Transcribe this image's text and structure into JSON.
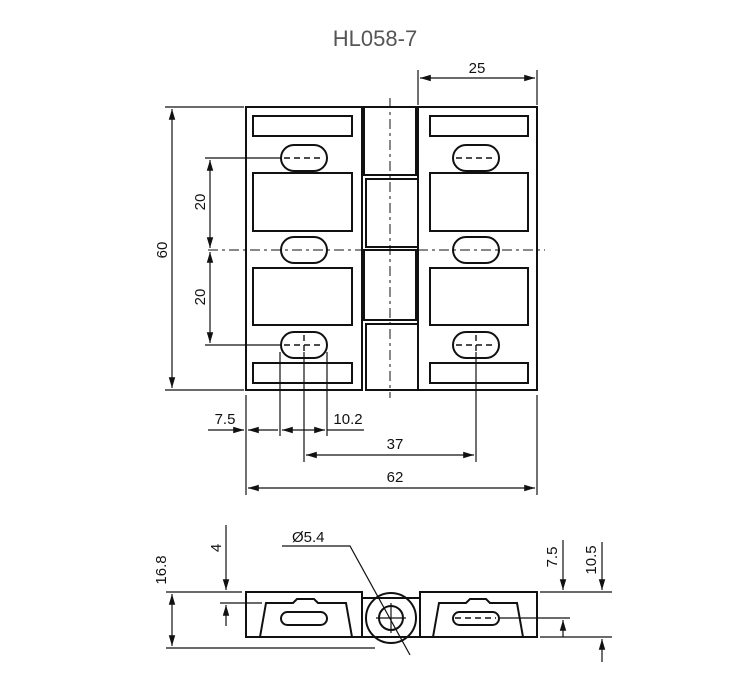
{
  "title": "HL058-7",
  "dimensions": {
    "overall_height": "60",
    "slot_pitch_upper": "20",
    "slot_pitch_lower": "20",
    "leaf_width": "25",
    "edge_to_slot": "7.5",
    "slot_length": "10.2",
    "slot_center_distance": "37",
    "overall_width": "62",
    "side_height": "16.8",
    "recess_depth": "4",
    "pin_diameter": "Ø5.4",
    "slot_height": "7.5",
    "leaf_thickness": "10.5"
  }
}
